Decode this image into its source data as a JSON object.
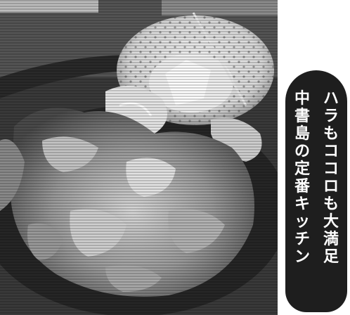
{
  "caption": {
    "line_1": "ハラもココロも大満足",
    "line_2": "中書島の定番キッチン"
  },
  "photo": {
    "subject": "food-plate",
    "tone": "monochrome"
  }
}
